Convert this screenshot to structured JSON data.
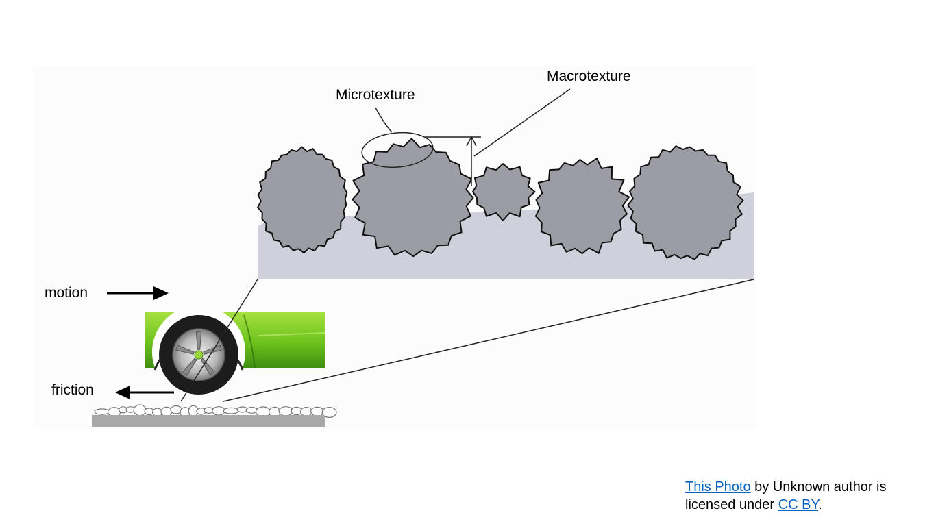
{
  "diagram": {
    "labels": {
      "microtexture": "Microtexture",
      "macrotexture": "Macrotexture",
      "motion": "motion",
      "friction": "friction"
    },
    "colors": {
      "aggregate": "#9c9ca4",
      "binder": "#d0d0dc",
      "car_body": "#6cc21c",
      "tire": "#1c1c1c",
      "road": "#a8a8a8"
    }
  },
  "attribution": {
    "photo_link": "This Photo",
    "middle_text": " by Unknown author is licensed under ",
    "license_link": "CC BY",
    "end_text": "."
  }
}
